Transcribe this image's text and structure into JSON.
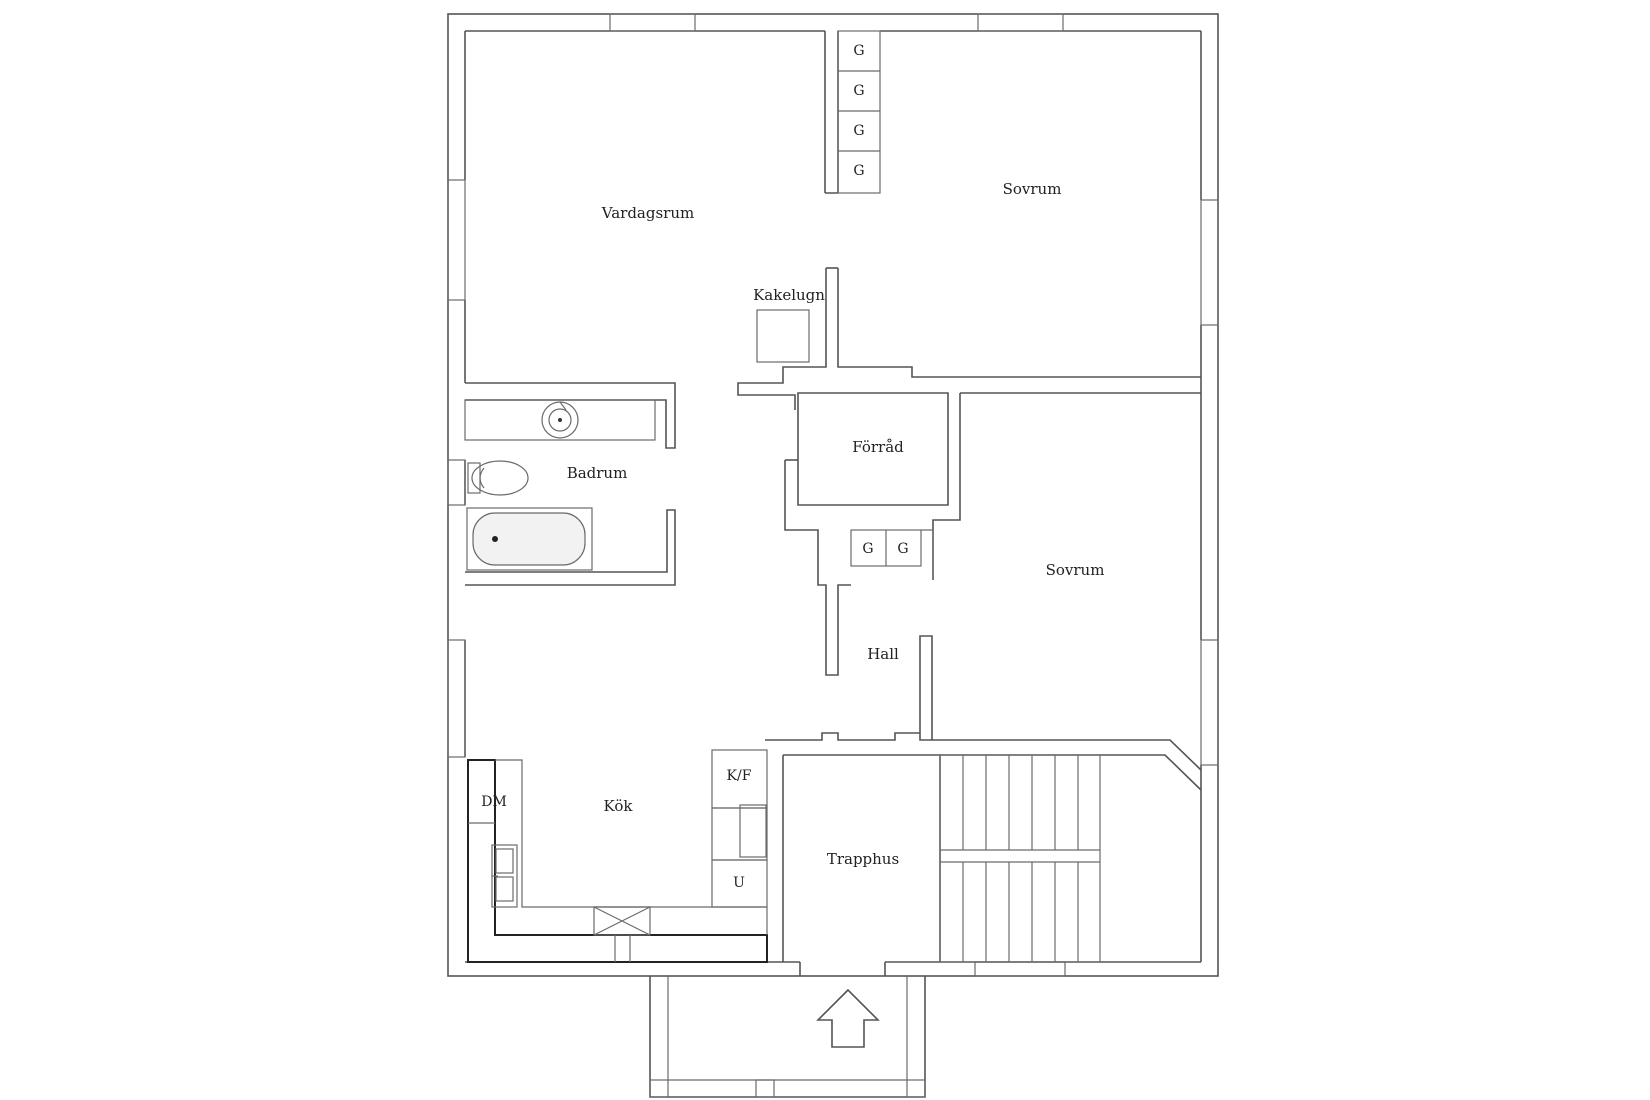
{
  "rooms": {
    "vardagsrum": "Vardagsrum",
    "sovrum_top": "Sovrum",
    "kakelugn": "Kakelugn",
    "forrad": "Förråd",
    "badrum": "Badrum",
    "sovrum_right": "Sovrum",
    "hall": "Hall",
    "kok": "Kök",
    "trapphus": "Trapphus"
  },
  "fixtures": {
    "wardrobe": "G",
    "dishwasher": "DM",
    "fridge_freezer": "K/F",
    "oven": "U"
  }
}
